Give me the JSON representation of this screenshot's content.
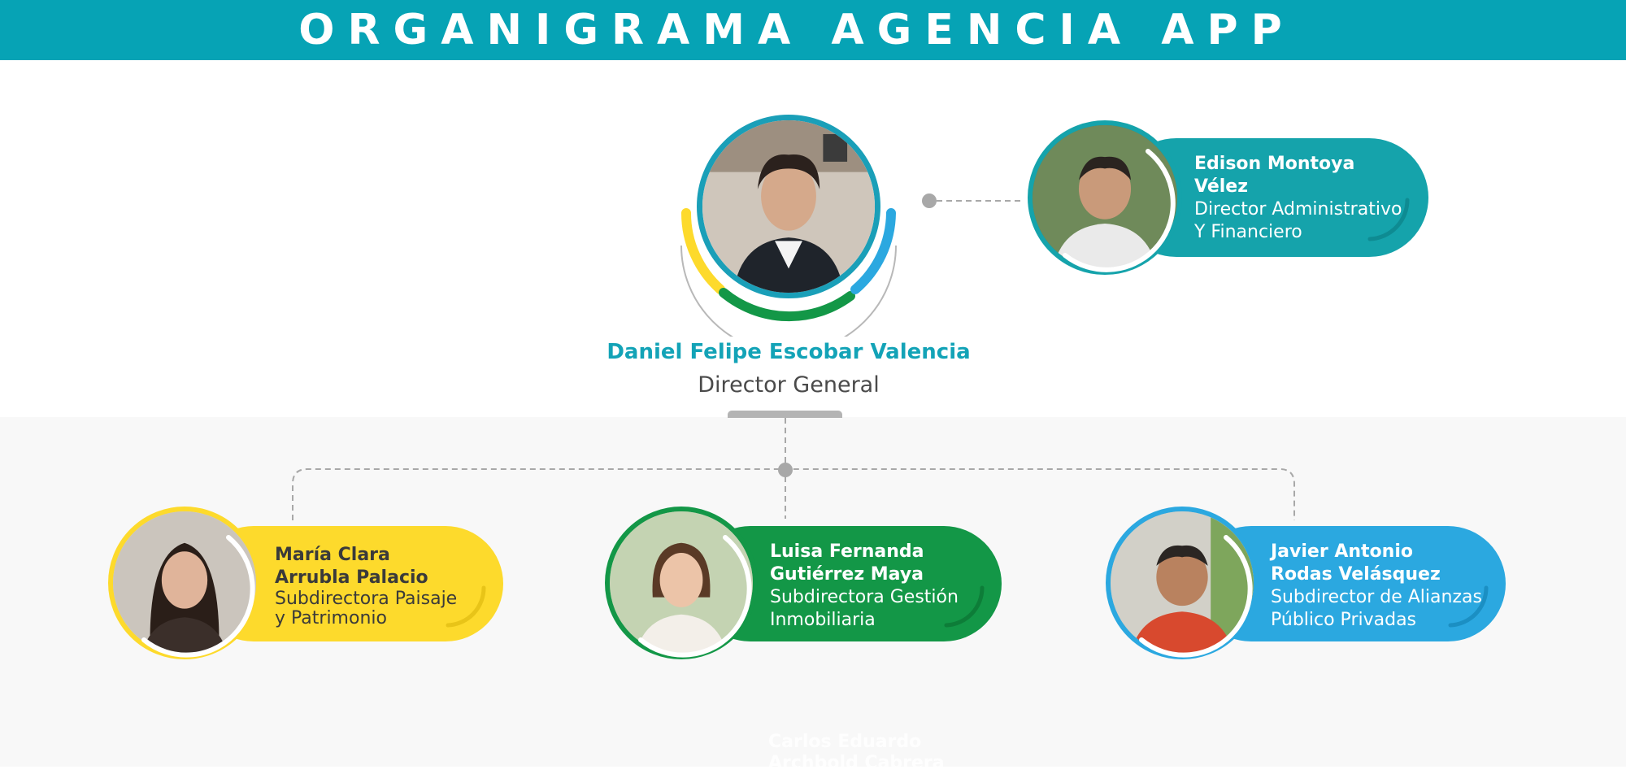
{
  "header": {
    "title": "ORGANIGRAMA AGENCIA APP"
  },
  "colors": {
    "header_bg": "#06a3b5",
    "teal": "#15a3ab",
    "yellow": "#fdda2c",
    "green": "#139747",
    "blue": "#2ba8e0",
    "director_name": "#13a3b7",
    "connector": "#a8a8a8"
  },
  "director": {
    "name": "Daniel Felipe Escobar Valencia",
    "role": "Director General",
    "photo_icon": "director-portrait"
  },
  "staff": {
    "name_line1": "Edison Montoya",
    "name_line2": "Vélez",
    "role_line1": "Director Administrativo",
    "role_line2": "Y Financiero",
    "color": "teal"
  },
  "subdirectors": [
    {
      "name_line1": "María Clara",
      "name_line2": "Arrubla Palacio",
      "role_line1": "Subdirectora Paisaje",
      "role_line2": "y Patrimonio",
      "color": "yellow"
    },
    {
      "name_line1": "Luisa Fernanda",
      "name_line2": "Gutiérrez Maya",
      "role_line1": "Subdirectora Gestión",
      "role_line2": "Inmobiliaria",
      "color": "green"
    },
    {
      "name_line1": "Javier Antonio",
      "name_line2": "Rodas Velásquez",
      "role_line1": "Subdirector de Alianzas",
      "role_line2": "Público Privadas",
      "color": "blue"
    }
  ],
  "partial": {
    "name_line1": "Carlos Eduardo",
    "name_line2": "Archbold Cabrera"
  }
}
